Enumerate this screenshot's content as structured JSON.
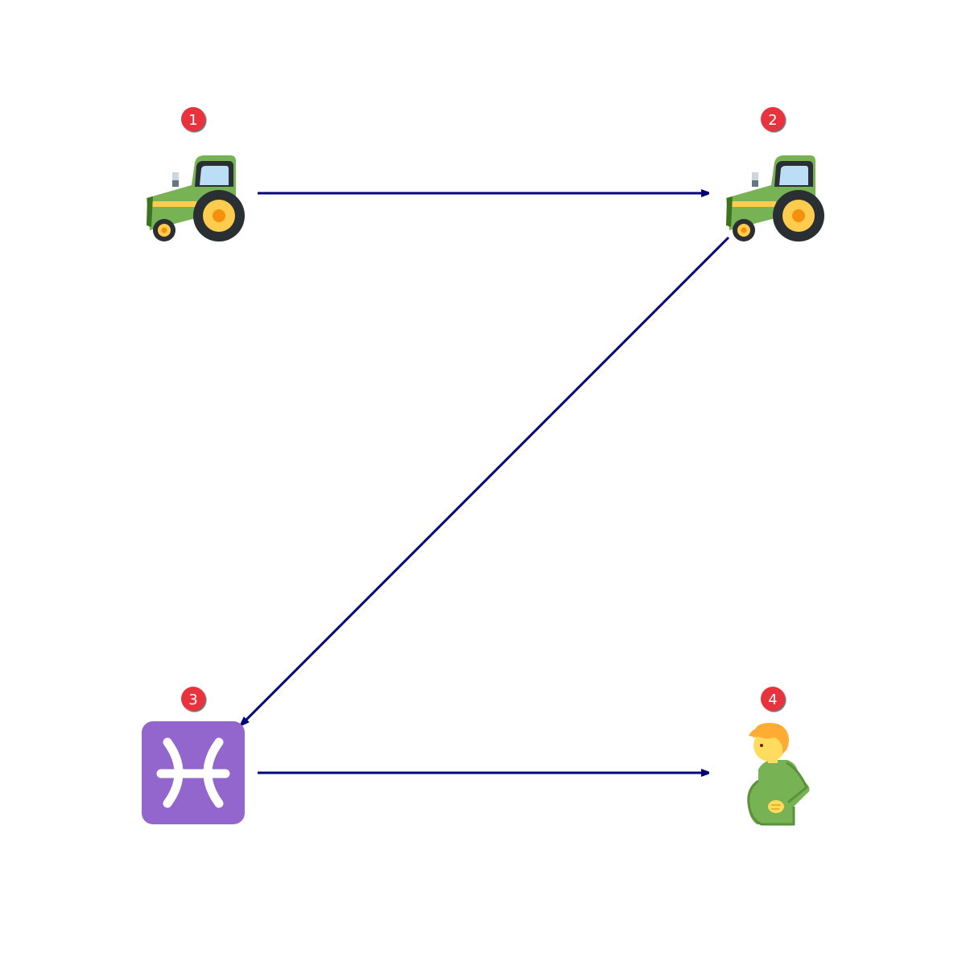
{
  "diagram": {
    "nodes": [
      {
        "id": "n1",
        "badge": "1",
        "icon": "tractor-icon"
      },
      {
        "id": "n2",
        "badge": "2",
        "icon": "tractor-icon"
      },
      {
        "id": "n3",
        "badge": "3",
        "icon": "pisces-icon"
      },
      {
        "id": "n4",
        "badge": "4",
        "icon": "pregnant-man-icon"
      }
    ],
    "edges": [
      {
        "from": "n1",
        "to": "n2"
      },
      {
        "from": "n2",
        "to": "n3"
      },
      {
        "from": "n3",
        "to": "n4"
      }
    ]
  },
  "colors": {
    "arrow": "#00007f",
    "badge": "#e8323c",
    "tractor_body": "#77b255",
    "tractor_wheel": "#292f33",
    "tractor_hub": "#ffcc4d",
    "pisces_bg": "#9266cc",
    "person_shirt": "#77b255",
    "person_hair": "#ffac33",
    "person_skin": "#ffdc5d"
  }
}
